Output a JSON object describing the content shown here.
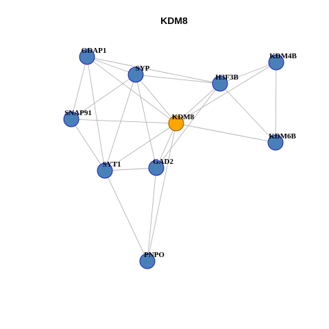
{
  "title": "KDM8",
  "colors": {
    "node": "#4a80b8",
    "focus_node": "#ffa500",
    "edge": "#b3b3b3"
  },
  "nodes": [
    {
      "id": "GDAP1",
      "label": "GDAP1"
    },
    {
      "id": "SYP",
      "label": "SYP"
    },
    {
      "id": "KDM4B",
      "label": "KDM4B"
    },
    {
      "id": "H3F3B",
      "label": "H3F3B"
    },
    {
      "id": "SNAP91",
      "label": "SNAP91"
    },
    {
      "id": "KDM8",
      "label": "KDM8",
      "focus": true
    },
    {
      "id": "KDM6B",
      "label": "KDM6B"
    },
    {
      "id": "SYT1",
      "label": "SYT1"
    },
    {
      "id": "GAD2",
      "label": "GAD2"
    },
    {
      "id": "PNPO",
      "label": "PNPO"
    }
  ],
  "edges": [
    [
      "GDAP1",
      "SYP"
    ],
    [
      "GDAP1",
      "SNAP91"
    ],
    [
      "GDAP1",
      "KDM8"
    ],
    [
      "GDAP1",
      "SYT1"
    ],
    [
      "GDAP1",
      "H3F3B"
    ],
    [
      "SYP",
      "SNAP91"
    ],
    [
      "SYP",
      "H3F3B"
    ],
    [
      "SYP",
      "KDM8"
    ],
    [
      "SYP",
      "SYT1"
    ],
    [
      "SYP",
      "GAD2"
    ],
    [
      "KDM4B",
      "H3F3B"
    ],
    [
      "KDM4B",
      "KDM8"
    ],
    [
      "KDM4B",
      "KDM6B"
    ],
    [
      "H3F3B",
      "KDM6B"
    ],
    [
      "H3F3B",
      "KDM8"
    ],
    [
      "H3F3B",
      "GAD2"
    ],
    [
      "SNAP91",
      "KDM8"
    ],
    [
      "SNAP91",
      "SYT1"
    ],
    [
      "KDM8",
      "KDM6B"
    ],
    [
      "KDM8",
      "SYT1"
    ],
    [
      "KDM8",
      "GAD2"
    ],
    [
      "KDM8",
      "PNPO"
    ],
    [
      "SYT1",
      "GAD2"
    ],
    [
      "SYT1",
      "PNPO"
    ],
    [
      "GAD2",
      "PNPO"
    ]
  ]
}
